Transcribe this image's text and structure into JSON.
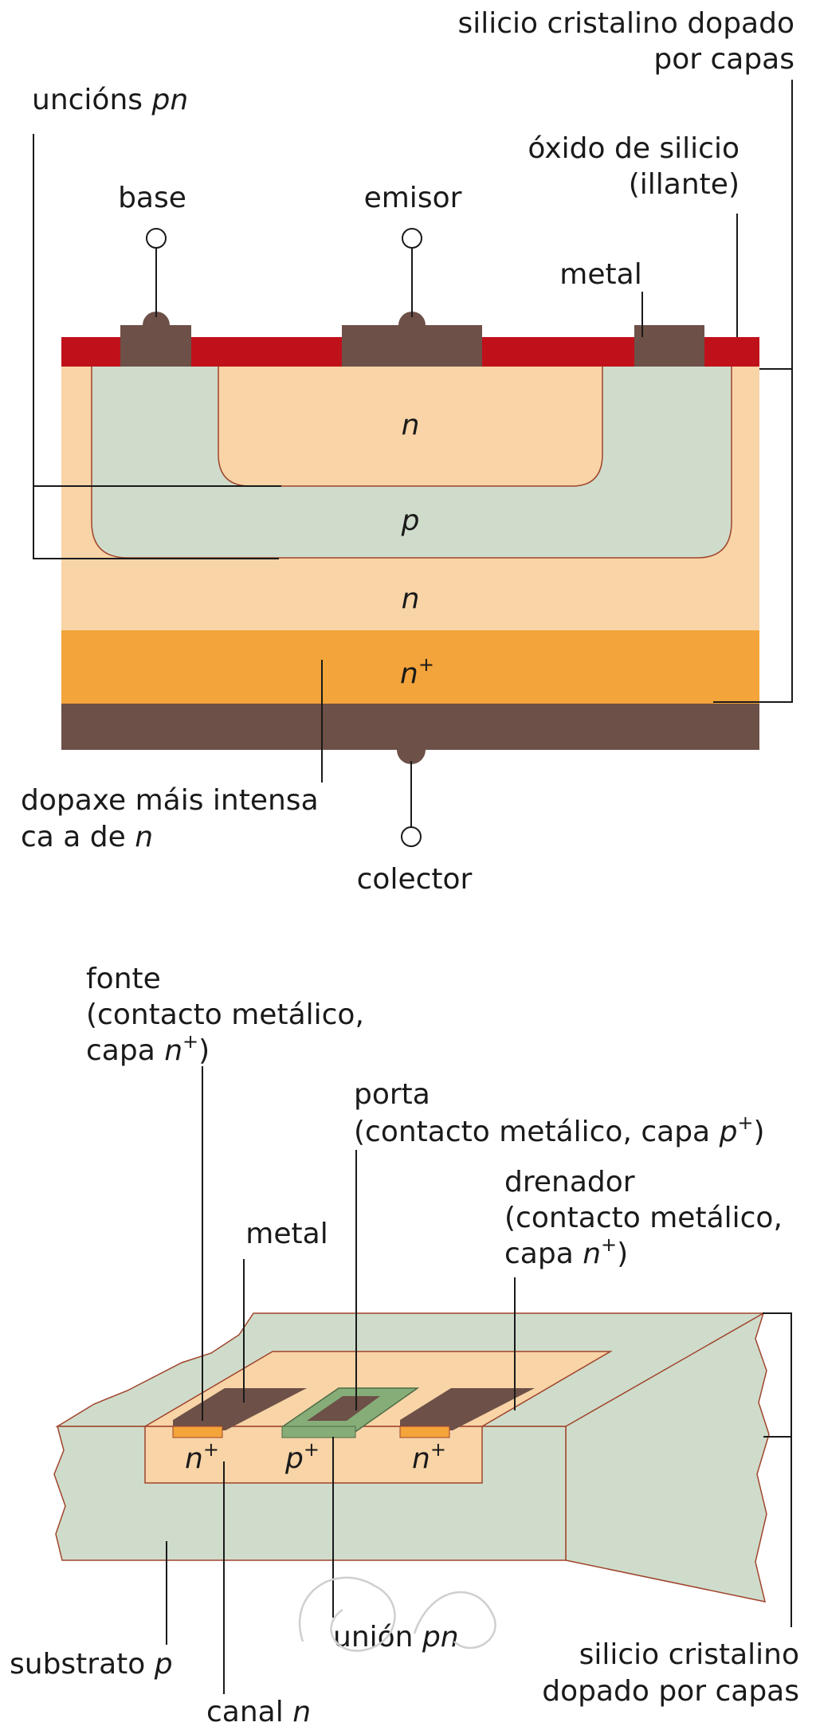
{
  "colors": {
    "oxide": "#c0111b",
    "metal": "#6d5047",
    "n_region": "#f8d4a7",
    "p_region": "#cfdccb",
    "n_plus": "#f3a43a",
    "p_plus_green": "#86ad78",
    "n_plus_pad": "#f3a43a",
    "outline": "#a0442c"
  },
  "bjt": {
    "label_silicio_1": "silicio cristalino dopado",
    "label_silicio_2": "por capas",
    "label_uncions": "uncións",
    "label_uncions_it": "pn",
    "label_oxido_1": "óxido de silicio",
    "label_oxido_2": "(illante)",
    "label_base": "base",
    "label_emisor": "emisor",
    "label_metal": "metal",
    "region_n_top": "n",
    "region_p": "p",
    "region_n_mid": "n",
    "region_nplus_base": "n",
    "region_nplus_sup": "+",
    "label_dopaxe_1": "dopaxe máis intensa",
    "label_dopaxe_2": "ca a de",
    "label_dopaxe_2_it": "n",
    "label_colector": "colector"
  },
  "fet": {
    "label_fonte_1": "fonte",
    "label_fonte_2": "(contacto metálico,",
    "label_fonte_3": "capa",
    "label_fonte_3_it": "n",
    "label_fonte_3_sup": "+",
    "label_fonte_3_end": ")",
    "label_porta_1": "porta",
    "label_porta_2": "(contacto metálico, capa",
    "label_porta_2_it": "p",
    "label_porta_2_sup": "+",
    "label_porta_2_end": ")",
    "label_drenador_1": "drenador",
    "label_drenador_2": "(contacto metálico,",
    "label_drenador_3": "capa",
    "label_drenador_3_it": "n",
    "label_drenador_3_sup": "+",
    "label_drenador_3_end": ")",
    "label_metal": "metal",
    "region_left_base": "n",
    "region_left_sup": "+",
    "region_mid_base": "p",
    "region_mid_sup": "+",
    "region_right_base": "n",
    "region_right_sup": "+",
    "label_substrato": "substrato",
    "label_substrato_it": "p",
    "label_canal": "canal",
    "label_canal_it": "n",
    "label_union": "unión",
    "label_union_it": "pn",
    "label_silicio_1": "silicio cristalino",
    "label_silicio_2": "dopado por capas"
  }
}
